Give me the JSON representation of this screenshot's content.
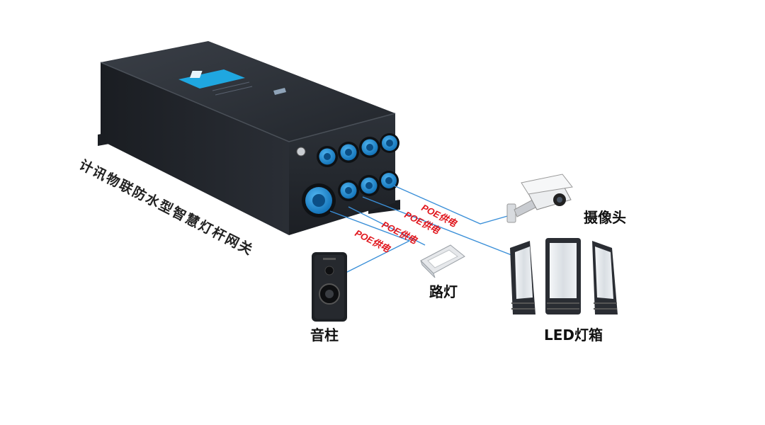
{
  "gateway": {
    "title": "计讯物联防水型智慧灯杆网关"
  },
  "connections": {
    "poe_label": "POE供电"
  },
  "devices": {
    "camera": "摄像头",
    "streetlight": "路灯",
    "speaker": "音柱",
    "ledbox": "LED灯箱"
  },
  "colors": {
    "line": "#3a8fd8",
    "poe_text": "#e0141b",
    "port_blue": "#1a8fd6",
    "device_body": "#262a30"
  }
}
